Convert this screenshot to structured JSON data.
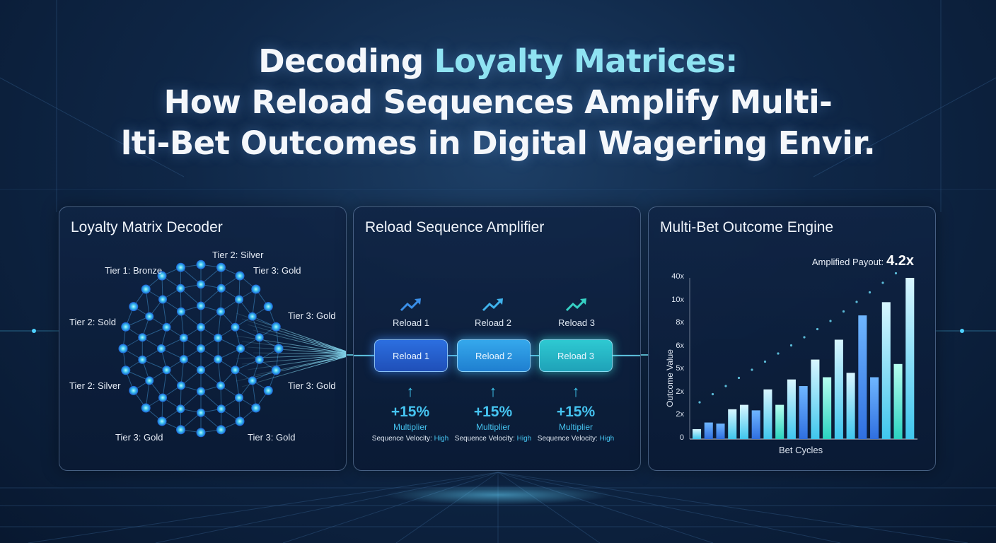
{
  "title": {
    "line1_pre": "Decoding ",
    "line1_accent": "Loyalty Matrices:",
    "line2": "How Reload Sequences Amplify Multi-",
    "line3": "lti-Bet Outcomes in Digital Wagering Envir."
  },
  "colors": {
    "accent": "#8fe3f2",
    "bar_cyan": "#3fc6ee",
    "bar_blue": "#2f6fe0",
    "bar_teal": "#2bd3c0"
  },
  "panel1": {
    "title": "Loyalty Matrix Decoder",
    "labels": [
      "Tier 2: Silver",
      "Tier 1: Bronze",
      "Tier 3: Gold",
      "Tier 2: Sold",
      "Tier 3: Gold",
      "Tier 2: Silver",
      "Tier 3: Gold",
      "Tier 3: Gold",
      "Tier 3: Gold"
    ]
  },
  "panel2": {
    "title": "Reload Sequence Amplifier",
    "steps": [
      {
        "icon": "trend-up-icon",
        "label": "Reload 1",
        "button": "Reload 1",
        "pct": "+15%",
        "mult": "Multiplier",
        "velocity_prefix": "Sequence Velocity: ",
        "velocity_value": "High"
      },
      {
        "icon": "trend-up-icon",
        "label": "Reload 2",
        "button": "Reload 2",
        "pct": "+15%",
        "mult": "Multiplier",
        "velocity_prefix": "Sequence Velocity: ",
        "velocity_value": "High"
      },
      {
        "icon": "trend-up-icon",
        "label": "Reload 3",
        "button": "Reload 3",
        "pct": "+15%",
        "mult": "Multiplier",
        "velocity_prefix": "Sequence Velocity: ",
        "velocity_value": "High"
      }
    ]
  },
  "panel3": {
    "title": "Multi-Bet Outcome Engine",
    "payout_label": "Amplified Payout:",
    "payout_value": "4.2x"
  },
  "chart_data": {
    "type": "bar",
    "xlabel": "Bet Cycles",
    "ylabel": "Outcome Value",
    "ytick_labels": [
      "0",
      "2x",
      "2x",
      "5x",
      "6x",
      "8x",
      "10x",
      "40x"
    ],
    "series": [
      {
        "values": [
          0.9,
          1.5,
          1.4,
          2.7,
          3.1,
          2.6,
          4.5,
          3.1,
          5.4,
          4.8,
          7.2,
          5.6,
          9.0,
          6.0,
          11.2,
          5.6,
          12.4,
          6.8,
          14.6
        ]
      }
    ],
    "bar_colors": [
      "cyan",
      "blue",
      "blue",
      "cyan",
      "cyan",
      "blue",
      "cyan",
      "teal",
      "cyan",
      "blue",
      "cyan",
      "teal",
      "cyan",
      "cyan",
      "blue",
      "blue",
      "cyan",
      "teal",
      "cyan"
    ],
    "ylim": [
      0,
      14.6
    ]
  }
}
